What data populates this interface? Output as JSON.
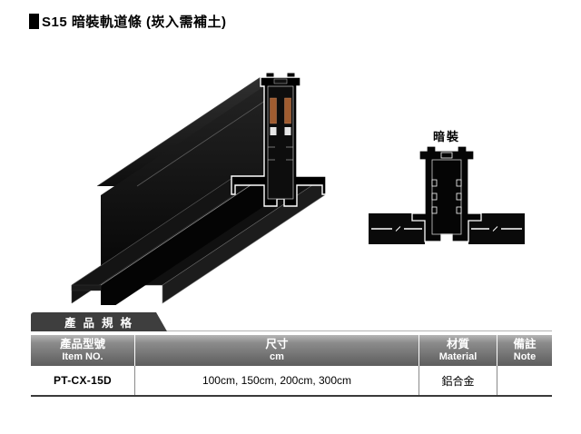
{
  "page": {
    "title": "S15 暗裝軌道條 (崁入需補土)"
  },
  "diagram": {
    "label": "暗裝"
  },
  "spec": {
    "tab_title": "產品規格",
    "columns": [
      {
        "zh": "產品型號",
        "en": "Item NO."
      },
      {
        "zh": "尺寸",
        "en": "cm"
      },
      {
        "zh": "材質",
        "en": "Material"
      },
      {
        "zh": "備註",
        "en": "Note"
      }
    ],
    "rows": [
      {
        "item_no": "PT-CX-15D",
        "size": "100cm, 150cm, 200cm, 300cm",
        "material": "鋁合金",
        "note": ""
      }
    ]
  },
  "colors": {
    "copper": "#a05c30",
    "ink": "#000000",
    "tab_bg": "#3e3e3e"
  }
}
